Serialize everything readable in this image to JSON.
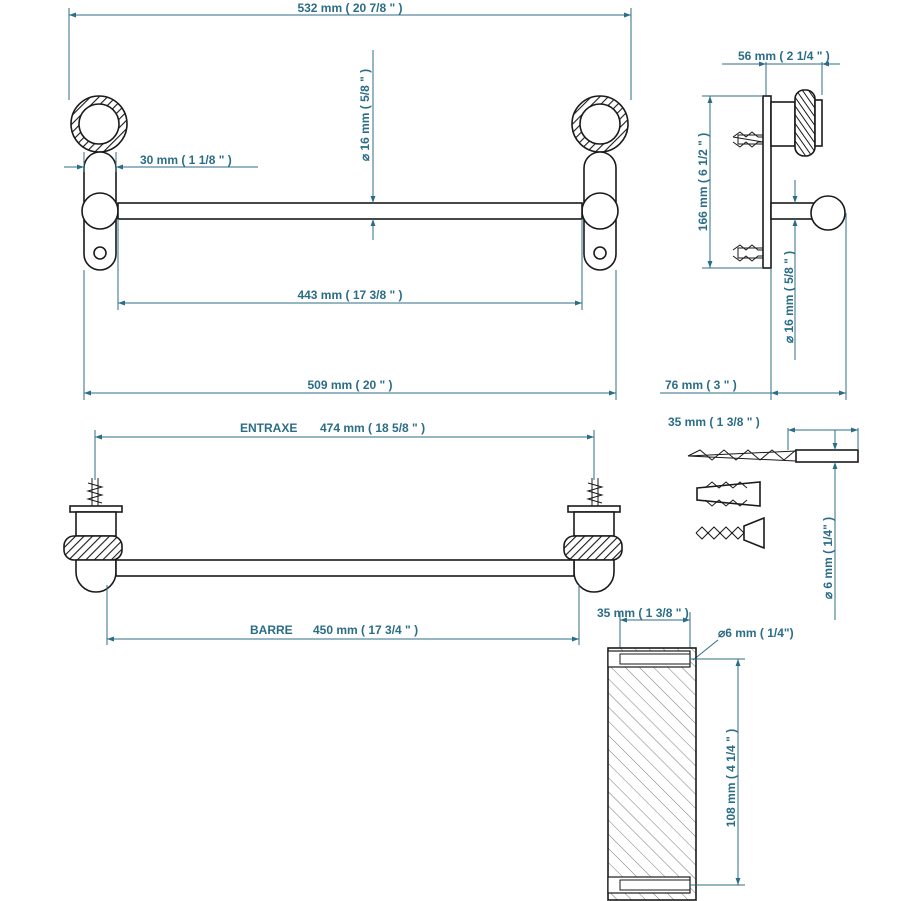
{
  "labels": {
    "overall_width": "532 mm ( 20 7/8 \" )",
    "rod_diameter": "⌀ 16 mm ( 5/8 \" )",
    "bracket_width": "30 mm ( 1 1/8 \" )",
    "rod_length_inner": "443 mm ( 17 3/8 \" )",
    "base_span": "509 mm ( 20 \" )",
    "side_depth": "56 mm ( 2 1/4 \" )",
    "side_height": "166 mm ( 6 1/2 \" )",
    "side_rod_diameter": "⌀ 16 mm ( 5/8 \" )",
    "projection": "76 mm ( 3 \" )",
    "center_distance_prefix": "ENTRAXE",
    "center_distance": "474 mm ( 18 5/8 \" )",
    "bar_prefix": "BARRE",
    "bar_length": "450 mm ( 17 3/4 \" )",
    "drill_depth": "35 mm ( 1 3/8 \" )",
    "drill_diameter": "⌀ 6 mm ( 1/4\" )",
    "wall_depth": "35 mm ( 1 3/8 \" )",
    "hole_diameter": "⌀6 mm ( 1/4\")",
    "hole_spacing": "108 mm ( 4 1/4 \" )"
  }
}
